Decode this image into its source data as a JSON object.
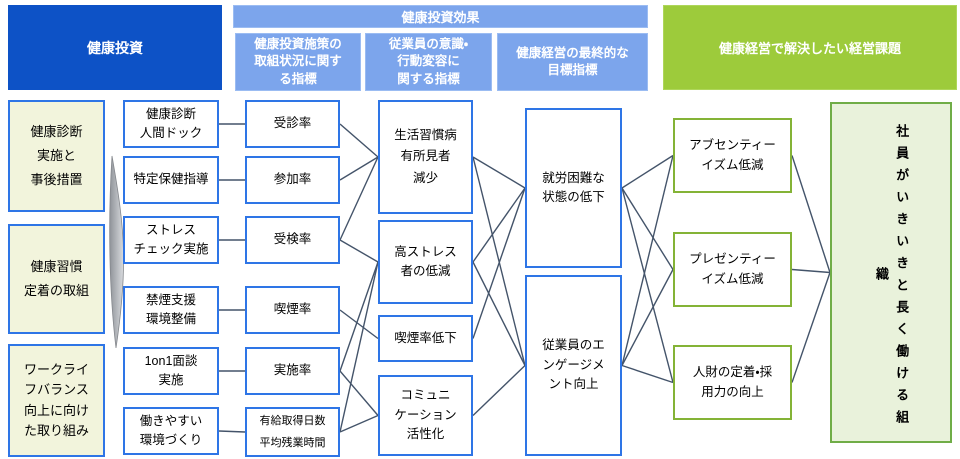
{
  "header": {
    "investment": "健康投資",
    "effects": "健康投資効果",
    "metrics_activity": "健康投資施策の\n取組状況に関す\nる指標",
    "metrics_behavior": "従業員の意識・\n行動変容に\n関する指標",
    "metrics_final": "健康経営の最終的な\n目標指標",
    "issues": "健康経営で解決したい経営課題"
  },
  "boxes": {
    "group_checkup": {
      "label": "健康診断\n実施と\n事後措置"
    },
    "group_habit": {
      "label": "健康習慣\n定着の取組"
    },
    "group_worklife": {
      "label": "ワークライ\nフバランス\n向上に向け\nた取り組み"
    },
    "measure_checkup": {
      "label": "健康診断\n人間ドック"
    },
    "measure_hoken": {
      "label": "特定保健指導"
    },
    "measure_stresscheck": {
      "label": "ストレス\nチェック実施"
    },
    "measure_kinen": {
      "label": "禁煙支援\n環境整備"
    },
    "measure_1on1": {
      "label": "1on1面談\n実施"
    },
    "measure_environment": {
      "label": "働きやすい\n環境づくり"
    },
    "rate_jushin": {
      "label": "受診率"
    },
    "rate_sanka": {
      "label": "参加率"
    },
    "rate_juken": {
      "label": "受検率"
    },
    "rate_kitsuen": {
      "label": "喫煙率"
    },
    "rate_jisshi": {
      "label": "実施率"
    },
    "rate_yukyu": {
      "label": "有給取得日数\n平均残業時間"
    },
    "outcome_lifestyle": {
      "label": "生活習慣病\n有所見者\n減少"
    },
    "outcome_stress": {
      "label": "高ストレス\n者の低減"
    },
    "outcome_smoking": {
      "label": "喫煙率低下"
    },
    "outcome_communication": {
      "label": "コミュニ\nケーション\n活性化"
    },
    "target_work_difficulty": {
      "label": "就労困難な\n状態の低下"
    },
    "target_engagement": {
      "label": "従業員のエ\nンゲージメ\nント向上"
    },
    "issue_absenteeism": {
      "label": "アブセンティー\nイズム低減"
    },
    "issue_presenteeism": {
      "label": "プレゼンティー\nイズム低減"
    },
    "issue_retention": {
      "label": "人財の定着・採\n用力の向上"
    }
  },
  "goal": {
    "label": "社員がいきいきと長く働ける組織"
  },
  "connections": [
    [
      "measure-checkup",
      "rate-jushin"
    ],
    [
      "measure-hoken",
      "rate-sanka"
    ],
    [
      "measure-stresscheck",
      "rate-juken"
    ],
    [
      "measure-kinen",
      "rate-kitsuen"
    ],
    [
      "measure-1on1",
      "rate-jisshi"
    ],
    [
      "measure-environment",
      "rate-yukyu"
    ],
    [
      "rate-jushin",
      "outcome-lifestyle"
    ],
    [
      "rate-sanka",
      "outcome-lifestyle"
    ],
    [
      "rate-juken",
      "outcome-lifestyle"
    ],
    [
      "rate-juken",
      "outcome-stress"
    ],
    [
      "rate-kitsuen",
      "outcome-smoking"
    ],
    [
      "rate-jisshi",
      "outcome-stress"
    ],
    [
      "rate-jisshi",
      "outcome-communication"
    ],
    [
      "rate-yukyu",
      "outcome-stress"
    ],
    [
      "rate-yukyu",
      "outcome-communication"
    ],
    [
      "outcome-lifestyle",
      "target-work-difficulty"
    ],
    [
      "outcome-lifestyle",
      "target-engagement"
    ],
    [
      "outcome-stress",
      "target-work-difficulty"
    ],
    [
      "outcome-stress",
      "target-engagement"
    ],
    [
      "outcome-smoking",
      "target-work-difficulty"
    ],
    [
      "outcome-communication",
      "target-engagement"
    ],
    [
      "target-work-difficulty",
      "issue-absenteeism"
    ],
    [
      "target-work-difficulty",
      "issue-presenteeism"
    ],
    [
      "target-work-difficulty",
      "issue-retention"
    ],
    [
      "target-engagement",
      "issue-absenteeism"
    ],
    [
      "target-engagement",
      "issue-presenteeism"
    ],
    [
      "target-engagement",
      "issue-retention"
    ],
    [
      "issue-absenteeism",
      "goal-organization"
    ],
    [
      "issue-presenteeism",
      "goal-organization"
    ],
    [
      "issue-retention",
      "goal-organization"
    ]
  ],
  "colors": {
    "primary_blue": "#0d52c6",
    "light_blue": "#7ca5ec",
    "green_header": "#9dcb3b",
    "box_border_blue": "#2e75e6",
    "box_border_green": "#84b336",
    "goal_border": "#70ad47",
    "goal_fill": "#e9f2db",
    "cream_fill": "#f2f4dc",
    "connector": "#44546a"
  }
}
